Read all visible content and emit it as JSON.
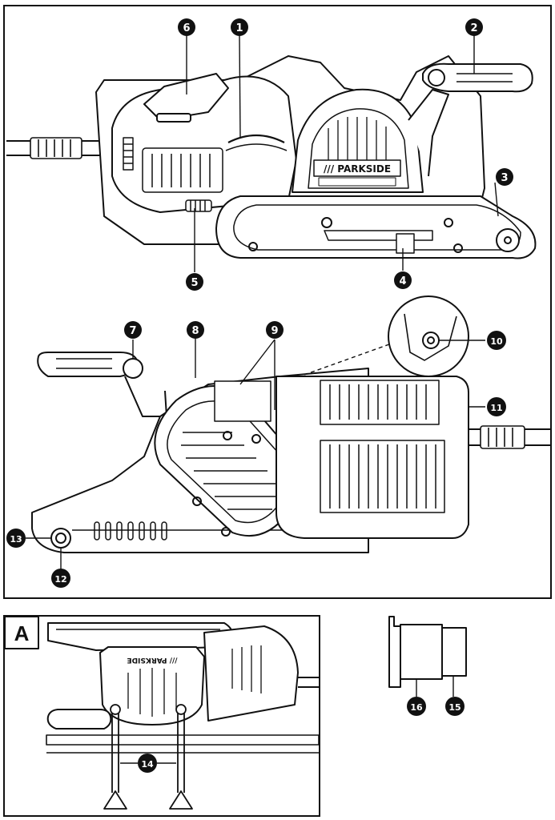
{
  "brand_label": "/// PARKSIDE",
  "brand_label_small": "/// PARKSIDE",
  "panel_a_label": "A",
  "callouts": {
    "c1": "1",
    "c2": "2",
    "c3": "3",
    "c4": "4",
    "c5": "5",
    "c6": "6",
    "c7": "7",
    "c8": "8",
    "c9": "9",
    "c10": "10",
    "c11": "11",
    "c12": "12",
    "c13": "13",
    "c14": "14",
    "c15": "15",
    "c16": "16"
  }
}
